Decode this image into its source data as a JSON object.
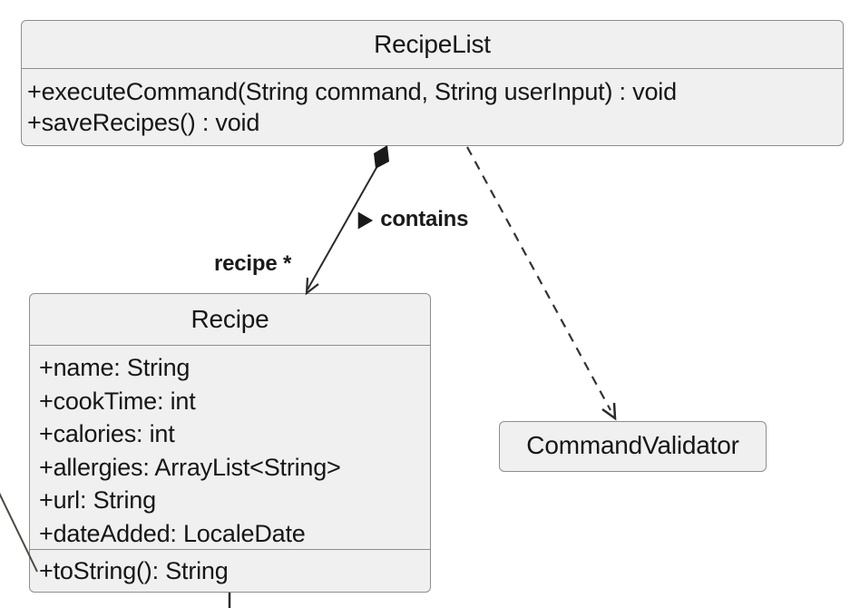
{
  "classes": {
    "recipe_list": {
      "name": "RecipeList",
      "methods": [
        "+executeCommand(String command, String userInput) : void",
        "+saveRecipes() : void"
      ]
    },
    "recipe": {
      "name": "Recipe",
      "attributes": [
        "+name: String",
        "+cookTime: int",
        "+calories: int",
        "+allergies: ArrayList<String>",
        "+url: String",
        "+dateAdded: LocaleDate"
      ],
      "methods": [
        "+toString(): String"
      ]
    },
    "command_validator": {
      "name": "CommandValidator"
    }
  },
  "relationships": {
    "composition": {
      "type": "composition",
      "from": "RecipeList",
      "to": "Recipe",
      "direction_marker": "▶",
      "label": "contains",
      "multiplicity": "recipe *"
    },
    "dependency": {
      "type": "dependency",
      "line_style": "dashed",
      "from": "RecipeList",
      "to": "CommandValidator"
    }
  },
  "colors": {
    "canvas_background": "#ffffff",
    "box_fill": "#f0f0f0",
    "box_border": "#8e8e8e",
    "connector": "#2b2b2b",
    "text": "#161616"
  }
}
